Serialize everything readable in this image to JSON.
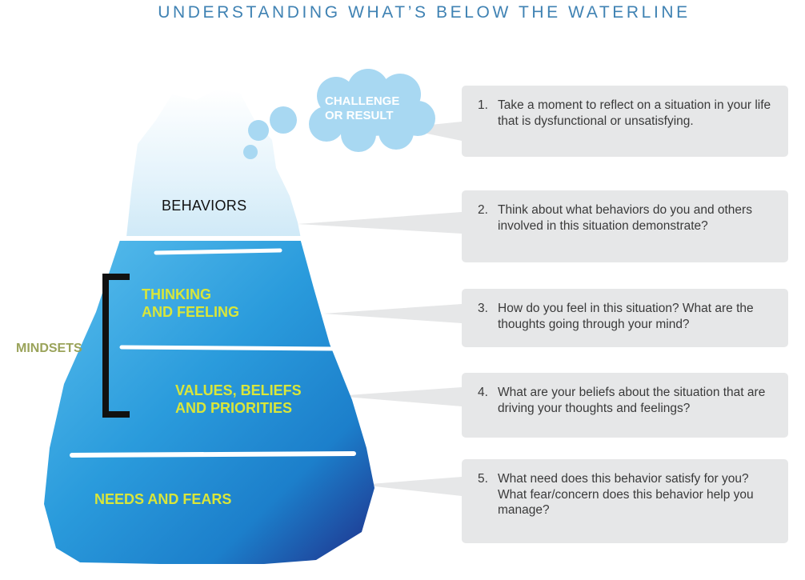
{
  "title": "UNDERSTANDING WHAT’S BELOW THE WATERLINE",
  "cloud": {
    "line1": "CHALLENGE",
    "line2": "OR RESULT"
  },
  "labels": {
    "behaviors": "BEHAVIORS",
    "thinking_1": "THINKING",
    "thinking_2": "AND FEELING",
    "values_1": "VALUES, BELIEFS",
    "values_2": "AND PRIORITIES",
    "needs": "NEEDS AND FEARS",
    "mindsets": "MINDSETS"
  },
  "steps": [
    {
      "number": "1.",
      "text": "Take a moment to reflect on a situation in your life that is dysfunctional or unsatisfying."
    },
    {
      "number": "2.",
      "text": "Think about what behaviors do you and others involved in this situation demonstrate?"
    },
    {
      "number": "3.",
      "text": "How do you feel in this situation? What are the thoughts going through your mind?"
    },
    {
      "number": "4.",
      "text": "What are your beliefs about the situation that are driving your thoughts and feelings?"
    },
    {
      "number": "5.",
      "text": " What need does this behavior satisfy for you?  What fear/concern does this behavior help you manage?"
    }
  ],
  "colors": {
    "water_light": "#4fb3e9",
    "water_deep": "#1f2f8a",
    "cloud": "#a8d8f2",
    "box": "#e6e7e8",
    "label": "#d9e63a",
    "title": "#3f82b3"
  }
}
